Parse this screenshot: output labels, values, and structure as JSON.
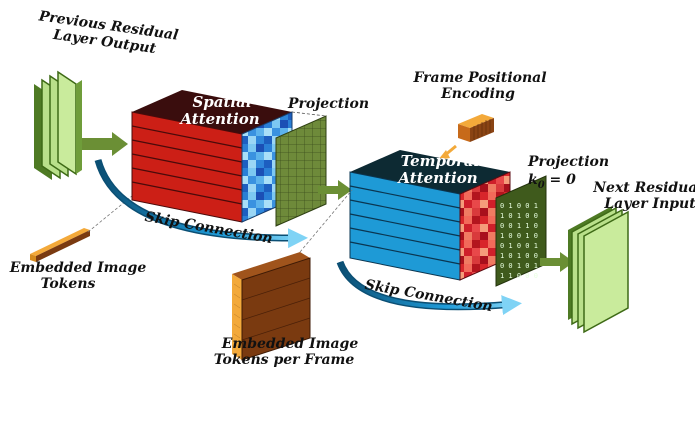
{
  "labels": {
    "prev_output_1": "Previous Residual",
    "prev_output_2": "Layer Output",
    "spatial_1": "Spatial",
    "spatial_2": "Attention",
    "projection": "Projection",
    "frame_pos_1": "Frame Positional",
    "frame_pos_2": "Encoding",
    "temporal_1": "Temporal",
    "temporal_2": "Attention",
    "projection_k": "Projection",
    "k0_eq": "k",
    "k0_sub": "0",
    "k0_val": " = 0",
    "next_input_1": "Next Residual",
    "next_input_2": "Layer Input",
    "skip_1": "Skip Connection",
    "skip_2": "Skip Connection",
    "embedded_1": "Embedded Image",
    "embedded_2": "Tokens",
    "embedded_frame_1": "Embedded Image",
    "embedded_frame_2": "Tokens per Frame"
  },
  "colors": {
    "spatial_front": "#cc1f16",
    "spatial_top": "#3a0d0d",
    "temporal_front": "#1e9ad6",
    "temporal_top": "#0d2a33",
    "residual_green": "#b9e08a",
    "projection_green": "#6e8a3a",
    "token_brown": "#7a3a10",
    "token_orange": "#f3a93a",
    "skip_arrow": "#1a8fc7"
  }
}
